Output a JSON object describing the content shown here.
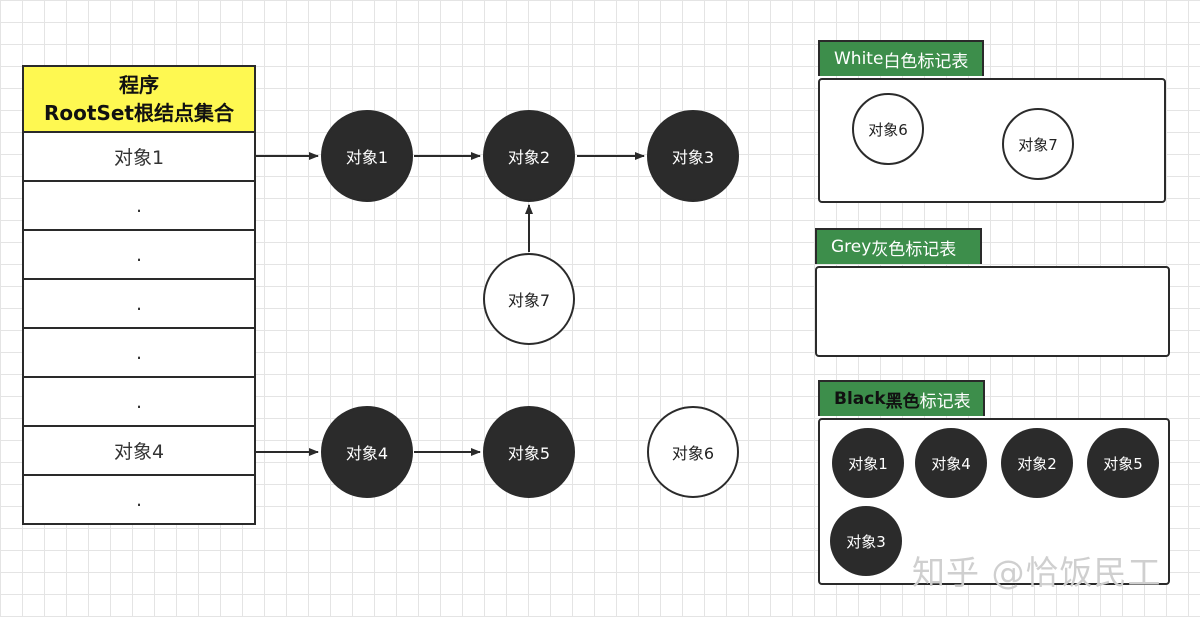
{
  "rootset": {
    "title_line1": "程序",
    "title_line2": "RootSet根结点集合",
    "rows": [
      "对象1",
      ".",
      ".",
      ".",
      ".",
      ".",
      "对象4",
      "."
    ]
  },
  "graph": {
    "nodes": {
      "obj1": "对象1",
      "obj2": "对象2",
      "obj3": "对象3",
      "obj7": "对象7",
      "obj4": "对象4",
      "obj5": "对象5",
      "obj6": "对象6"
    },
    "edges": [
      {
        "from": "rootset-row-1",
        "to": "obj1"
      },
      {
        "from": "obj1",
        "to": "obj2"
      },
      {
        "from": "obj2",
        "to": "obj3"
      },
      {
        "from": "obj7",
        "to": "obj2"
      },
      {
        "from": "rootset-row-7",
        "to": "obj4"
      },
      {
        "from": "obj4",
        "to": "obj5"
      }
    ]
  },
  "tables": {
    "white": {
      "title_en": "White",
      "title_cn": "白色",
      "title_suffix": "标记表",
      "items": [
        "对象6",
        "对象7"
      ]
    },
    "grey": {
      "title_en": "Grey",
      "title_cn": "灰色",
      "title_suffix": "标记表",
      "items": []
    },
    "black": {
      "title_en": "Black",
      "title_cn": "黑色",
      "title_suffix": "标记表",
      "items": [
        "对象1",
        "对象4",
        "对象2",
        "对象5",
        "对象3"
      ]
    }
  },
  "watermark": "知乎 @恰饭民工",
  "colors": {
    "header_yellow": "#fef851",
    "tab_green": "#3d8e4b",
    "node_black": "#2b2b2b",
    "node_white": "#ffffff"
  }
}
